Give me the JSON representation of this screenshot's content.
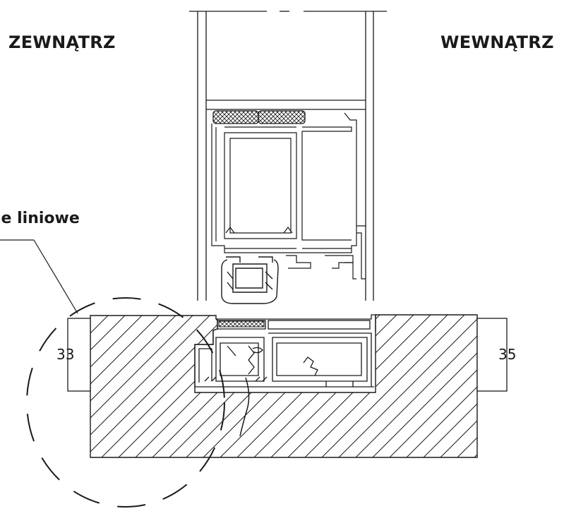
{
  "labels": {
    "outside": "ZEWNĄTRZ",
    "inside": "WEWNĄTRZ",
    "callout": "ie liniowe"
  },
  "dimensions": {
    "left": "33",
    "right": "35"
  },
  "colors": {
    "line": "#1a1a1a",
    "background": "#ffffff"
  }
}
